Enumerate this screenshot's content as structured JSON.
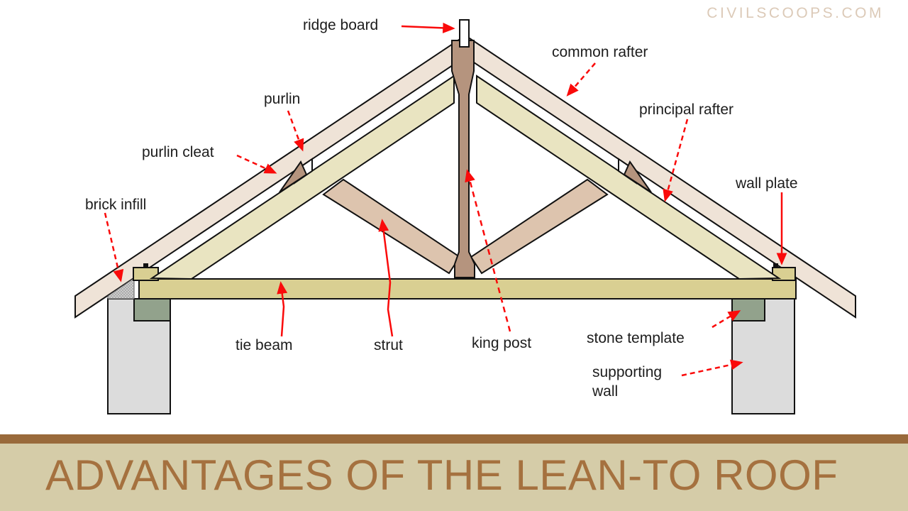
{
  "watermark": "CIVILSCOOPS.COM",
  "banner": {
    "title": "ADVANTAGES OF THE LEAN-TO ROOF"
  },
  "diagram": {
    "type": "roof-truss-cross-section",
    "labels": {
      "ridge_board": "ridge board",
      "common_rafter": "common rafter",
      "purlin": "purlin",
      "principal_rafter": "principal rafter",
      "purlin_cleat": "purlin cleat",
      "wall_plate": "wall plate",
      "brick_infill": "brick infill",
      "tie_beam": "tie beam",
      "strut": "strut",
      "king_post": "king post",
      "stone_template": "stone template",
      "supporting_wall": "supporting wall"
    }
  },
  "colors": {
    "common_rafter": "#efe3d7",
    "principal_rafter": "#e9e4c1",
    "tie_beam": "#d9cf92",
    "king_post": "#b5947e",
    "strut": "#ddc4ae",
    "supporting_wall": "#dcdcdc",
    "stone_template": "#92a28c",
    "brick_infill": "#cccccc",
    "arrow_red": "#fa0a0a",
    "outline": "#111111",
    "banner_bar": "#996a3b",
    "banner_background": "#d5cca8",
    "banner_text": "#a5713f",
    "watermark_text": "#dccab8"
  }
}
